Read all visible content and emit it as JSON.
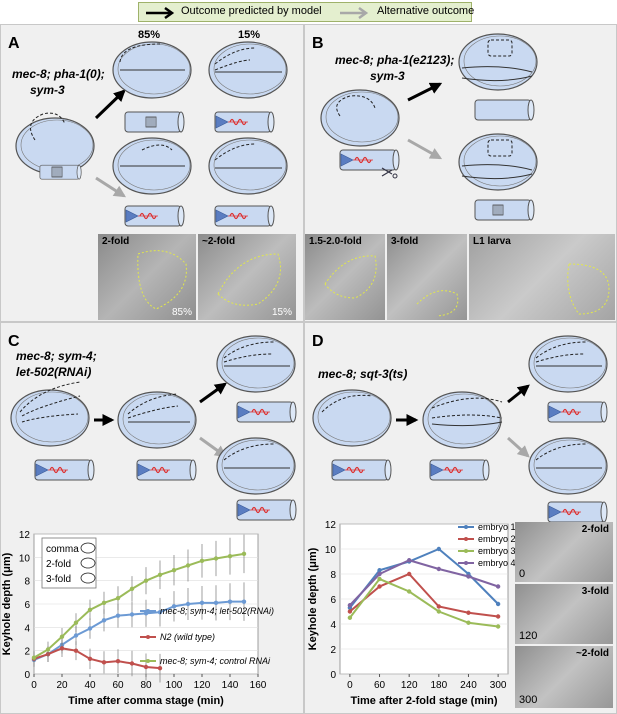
{
  "legend": {
    "predicted_label": "Outcome predicted by model",
    "alternative_label": "Alternative outcome",
    "predicted_color": "#000000",
    "alternative_color": "#a8a8a8"
  },
  "panelA": {
    "letter": "A",
    "genotype": [
      "mec-8; pha-1(0);",
      "sym-3"
    ],
    "pct_top_left": "85%",
    "pct_top_right": "15%",
    "micro": [
      {
        "label": "2-fold",
        "corner": "85%"
      },
      {
        "label": "~2-fold",
        "corner": "15%"
      }
    ]
  },
  "panelB": {
    "letter": "B",
    "genotype": [
      "mec-8; pha-1(e2123);",
      "sym-3"
    ],
    "micro": [
      {
        "label": "1.5-2.0-fold"
      },
      {
        "label": "3-fold"
      },
      {
        "label": "L1 larva"
      }
    ]
  },
  "panelC": {
    "letter": "C",
    "genotype": [
      "mec-8; sym-4;",
      "let-502(RNAi)"
    ]
  },
  "panelD": {
    "letter": "D",
    "genotype": [
      "mec-8; sqt-3(ts)"
    ],
    "micro": [
      {
        "label": "2-fold",
        "num": "0"
      },
      {
        "label": "3-fold",
        "num": "120"
      },
      {
        "label": "~2-fold",
        "num": "300"
      }
    ]
  },
  "chart_data": [
    {
      "type": "line",
      "panel": "C",
      "xlabel": "Time after comma stage (min)",
      "ylabel": "Keyhole depth (μm)",
      "xlim": [
        0,
        160
      ],
      "ylim": [
        0,
        12
      ],
      "xticks": [
        0,
        20,
        40,
        60,
        80,
        100,
        120,
        140,
        160
      ],
      "yticks": [
        0,
        2,
        4,
        6,
        8,
        10,
        12
      ],
      "inset_legend": [
        "comma",
        "2-fold",
        "3-fold"
      ],
      "series": [
        {
          "name": "mec-8; sym-4; let-502(RNAi)",
          "color": "#6c9ad4",
          "x": [
            0,
            10,
            20,
            30,
            40,
            50,
            60,
            70,
            80,
            90,
            100,
            110,
            120,
            130,
            140,
            150
          ],
          "y": [
            1.2,
            1.7,
            2.5,
            3.3,
            3.9,
            4.6,
            5.0,
            5.1,
            5.2,
            5.3,
            5.8,
            6.0,
            6.1,
            6.1,
            6.2,
            6.2
          ]
        },
        {
          "name": "N2 (wild type)",
          "color": "#c0504d",
          "x": [
            0,
            10,
            20,
            30,
            40,
            50,
            60,
            70,
            80,
            90
          ],
          "y": [
            1.3,
            1.7,
            2.2,
            2.0,
            1.3,
            1.0,
            1.1,
            0.9,
            0.6,
            0.5
          ]
        },
        {
          "name": "mec-8; sym-4; control RNAi",
          "color": "#9bbb59",
          "x": [
            0,
            10,
            20,
            30,
            40,
            50,
            60,
            70,
            80,
            90,
            100,
            110,
            120,
            130,
            140,
            150
          ],
          "y": [
            1.4,
            2.1,
            3.2,
            4.4,
            5.5,
            6.1,
            6.5,
            7.3,
            8.0,
            8.5,
            8.9,
            9.3,
            9.7,
            9.9,
            10.1,
            10.3
          ]
        }
      ]
    },
    {
      "type": "line",
      "panel": "D",
      "xlabel": "Time after 2-fold stage (min)",
      "ylabel": "Keyhole depth (μm)",
      "xlim": [
        -20,
        320
      ],
      "ylim": [
        0,
        12
      ],
      "xticks": [
        0,
        60,
        120,
        180,
        240,
        300
      ],
      "yticks": [
        0,
        2,
        4,
        6,
        8,
        10,
        12
      ],
      "series": [
        {
          "name": "embryo 1",
          "color": "#4f81bd",
          "x": [
            0,
            60,
            120,
            180,
            240,
            300
          ],
          "y": [
            5.3,
            8.3,
            9.0,
            10.0,
            8.0,
            5.6
          ]
        },
        {
          "name": "embryo 2",
          "color": "#c0504d",
          "x": [
            0,
            60,
            120,
            180,
            240,
            300
          ],
          "y": [
            5.0,
            7.0,
            8.0,
            5.4,
            4.9,
            4.6
          ]
        },
        {
          "name": "embryo 3",
          "color": "#9bbb59",
          "x": [
            0,
            60,
            120,
            180,
            240,
            300
          ],
          "y": [
            4.5,
            7.6,
            6.6,
            5.0,
            4.1,
            3.8
          ]
        },
        {
          "name": "embryo 4",
          "color": "#8064a2",
          "x": [
            0,
            60,
            120,
            180,
            240,
            300
          ],
          "y": [
            5.5,
            8.0,
            9.1,
            8.4,
            7.8,
            7.0
          ]
        }
      ]
    }
  ]
}
